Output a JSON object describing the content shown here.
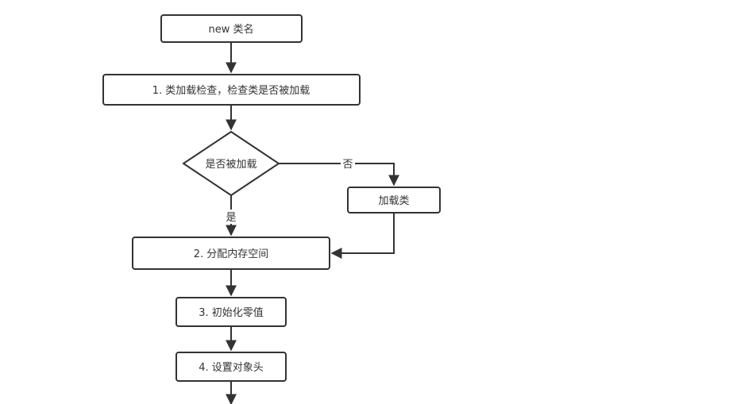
{
  "flowchart": {
    "nodes": {
      "new_class": "new 类名",
      "load_check": "1. 类加载检查，检查类是否被加载",
      "is_loaded": "是否被加载",
      "load_class": "加载类",
      "allocate_memory": "2. 分配内存空间",
      "init_zero": "3. 初始化零值",
      "set_header": "4. 设置对象头"
    },
    "edges": {
      "yes_label": "是",
      "no_label": "否"
    }
  },
  "colors": {
    "stroke": "#333333",
    "text": "#333333",
    "background": "#ffffff"
  }
}
